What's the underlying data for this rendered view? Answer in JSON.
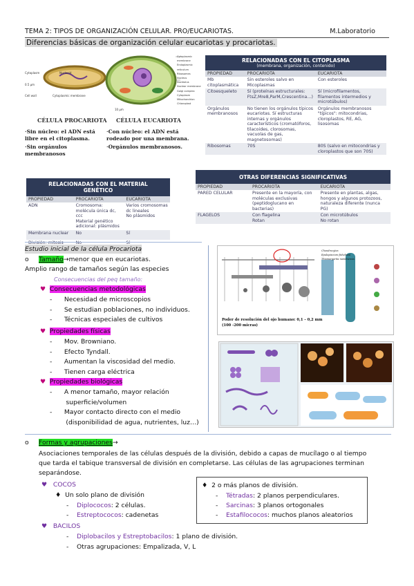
{
  "header": {
    "left": "TEMA 2: TIPOS DE ORGANIZACIÓN CELULAR. PRO/EUCARIOTAS.",
    "right": "M.Laboratorio"
  },
  "subtitle": "Diferencias básicas de organización celular eucariotas y procariotas.",
  "cell_figure": {
    "labels_left": [
      "Cytoplasm",
      "Nucleoid",
      "Cell wall",
      "Cytoplasmic membrane"
    ],
    "labels_right": [
      "Cytoplasmic membrane",
      "Endoplasmic reticulum",
      "Ribosomes",
      "Nucleus",
      "Nucleolus",
      "Nuclear membrane",
      "Golgi complex",
      "Cytoplasm",
      "Mitochondrion",
      "Chloroplast"
    ],
    "scale_left": "0.5 µm",
    "scale_right": "10 µm",
    "prok_title": "CÉLULA PROCARIOTA",
    "euk_title": "CÉLULA EUCARIOTA",
    "prok_b1": "·Sin núcleo: el ADN está libre en el citoplasma.",
    "prok_b2": "·Sin orgánulos membranosos",
    "euk_b1": "·Con núcleo: el ADN está rodeado por una membrana.",
    "euk_b2": "·Orgánulos membranosos."
  },
  "table_cyto": {
    "title": "RELACIONADAS CON EL CITOPLASMA",
    "subtitle": "(membrana, organización, contenido)",
    "headers": [
      "PROPIEDAD",
      "PROCARIOTA",
      "EUCARIOTA"
    ],
    "rows": [
      [
        "Mb citoplasmática",
        "Sin esteroles salvo en Micoplasmas",
        "Con esteroles"
      ],
      [
        "Citoesqueleto",
        "Sí (proteínas estructurales: FtsZ,Mre8,ParM,Crescentina…)",
        "Sí (microfilamentos, filamentos intermedios y microtúbulos)"
      ],
      [
        "Orgánulos membranosos",
        "No tienen los orgánulos típicos eucariotas. Sí estructuras internas y orgánulos característicos (cromatóforos, tilacoides, clorosomas, vacuolas de gas, magnetosomas)",
        "Orgánulos membranosos \"típicos\": mitocondrias, cloroplastos, RE, AG, lisosomas"
      ],
      [
        "Ribosomas",
        "70S",
        "80S (salvo en mitocondrias y cloroplastos que son 70S)"
      ]
    ]
  },
  "table_gen": {
    "title": "RELACIONADAS CON EL MATERIAL GENÉTICO",
    "headers": [
      "PROPIEDAD",
      "PROCARIOTA",
      "EUCARIOTA"
    ],
    "rows": [
      [
        "ADN",
        "Cromosoma: molécula única dc, ccc\nMaterial genético adicional: plásmidos",
        "Varios cromosomas dc lineales\nNo plásmidos"
      ],
      [
        "Membrana nuclear",
        "No",
        "Sí"
      ],
      [
        "División: mitosis",
        "No",
        "Sí"
      ]
    ]
  },
  "table_other": {
    "title": "OTRAS DIFERENCIAS SIGNIFICATIVAS",
    "headers": [
      "PROPIEDAD",
      "PROCARIOTA",
      "EUCARIOTA"
    ],
    "rows": [
      [
        "PARED CELULAR",
        "Presente en la mayoría, con moléculas exclusivas (peptidoglucano en bacterias)",
        "Presente en plantas, algas, hongos y algunos protozoos, naturaleza diferente (nunca PG)"
      ],
      [
        "FLAGELOS",
        "Con flagelina\nRotan",
        "Con microtúbulos\nNo rotan"
      ]
    ]
  },
  "study": {
    "heading": "Estudio inicial de la célula Procariota",
    "o1": "o",
    "tamano": "Tamaño",
    "arrow": "→",
    "tamano_rest": "menor que en eucariotas.",
    "amplio": "Amplio rango de tamaños según las especies",
    "consecuencias_label": "Consecuencias del peq tamaño:",
    "metod": "Consecuencias metodológicas",
    "metod_items": [
      "Necesidad de microscopios",
      "Se estudian poblaciones, no individuos.",
      "Técnicas especiales de cultivos"
    ],
    "fisicas": "Propiedades físicas",
    "fisicas_items": [
      "Mov. Browniano.",
      "Efecto Tyndall.",
      "Aumentan la viscosidad del medio.",
      "Tienen carga eléctrica"
    ],
    "biologicas": "Propiedades biológicas",
    "bio_items": [
      "A menor tamaño, mayor relación",
      "superficie/volumen",
      "Mayor contacto directo con el medio",
      "(disponibilidad de agua, nutrientes, luz…)"
    ]
  },
  "resolution_fig": {
    "caption1": "Poder de resolución del ojo humano: 0,1 – 0,2 mm",
    "caption2": "(100 -200 micras)",
    "species": [
      "Chondrocytes",
      "Epulopiscium fishelsoni",
      "Thiomargarita namibiensis"
    ]
  },
  "formas": {
    "o2": "o",
    "label": "Formas y agrupaciones",
    "arrow": "→",
    "para1": "Asociaciones temporales de las células después de la división, debido a capas de mucílago o al tiempo",
    "para2": "que tarda el tabique transversal de división en completarse. Las células de las agrupaciones terminan",
    "para3": "separándose.",
    "cocos": "COCOS",
    "uno_plano": "Un solo plano de división",
    "diplo": "Diplococos",
    "diplo_rest": ": 2 células.",
    "estrepto": "Estreptococos",
    "estrepto_rest": ": cadenetas",
    "bacilos": "BACILOS",
    "diplobac": "Diplobacilos y Estreptobacilos",
    "diplobac_rest": ": 1 plano de división.",
    "otras": "Otras agrupaciones: Empalizada, V, L",
    "dos_planos": "2 o más planos de división.",
    "tetradas": "Tétradas",
    "tetradas_rest": ": 2 planos perpendiculares.",
    "sarcinas": "Sarcinas",
    "sarcinas_rest": ": 3 planos ortogonales",
    "estafilo": "Estafilococos",
    "estafilo_rest": ": muchos planos aleatorios"
  },
  "colors": {
    "table_header": "#2e3a57",
    "highlight_green": "#22dd22",
    "highlight_magenta": "#ee22ee",
    "accent_purple": "#7030a0"
  }
}
